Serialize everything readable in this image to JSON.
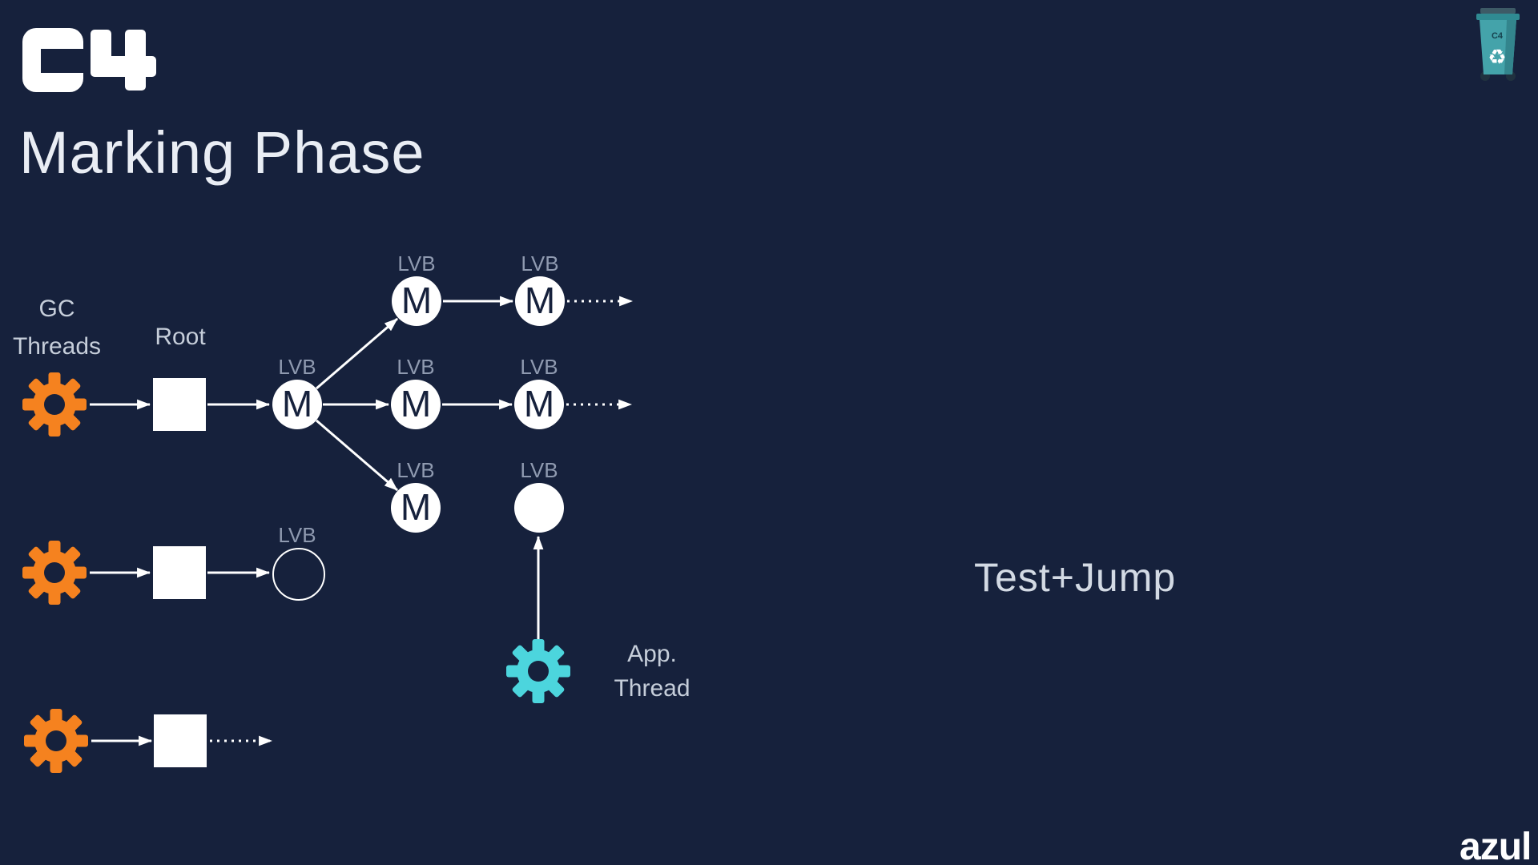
{
  "slide": {
    "logo_text": "C4",
    "title": "Marking Phase",
    "annotation": "Test+Jump",
    "brand": "azul"
  },
  "diagram": {
    "gc_threads_label": [
      "GC",
      "Threads"
    ],
    "root_label": "Root",
    "lvb_label": "LVB",
    "marked_letter": "M",
    "app_thread_label": [
      "App.",
      "Thread"
    ]
  },
  "bin_icon": {
    "label": "C4",
    "recycle_glyph": "♻"
  },
  "colors": {
    "background": "#16213C",
    "gc_gear_orange": "#F5821F",
    "app_gear_teal": "#4CD5DD",
    "node_white": "#FFFFFF",
    "lvb_label_gray": "#8F9AB0",
    "text_light_gray": "#C6CEDA",
    "title_white": "#E9EDF4",
    "bin_teal": "#44A3AA"
  }
}
